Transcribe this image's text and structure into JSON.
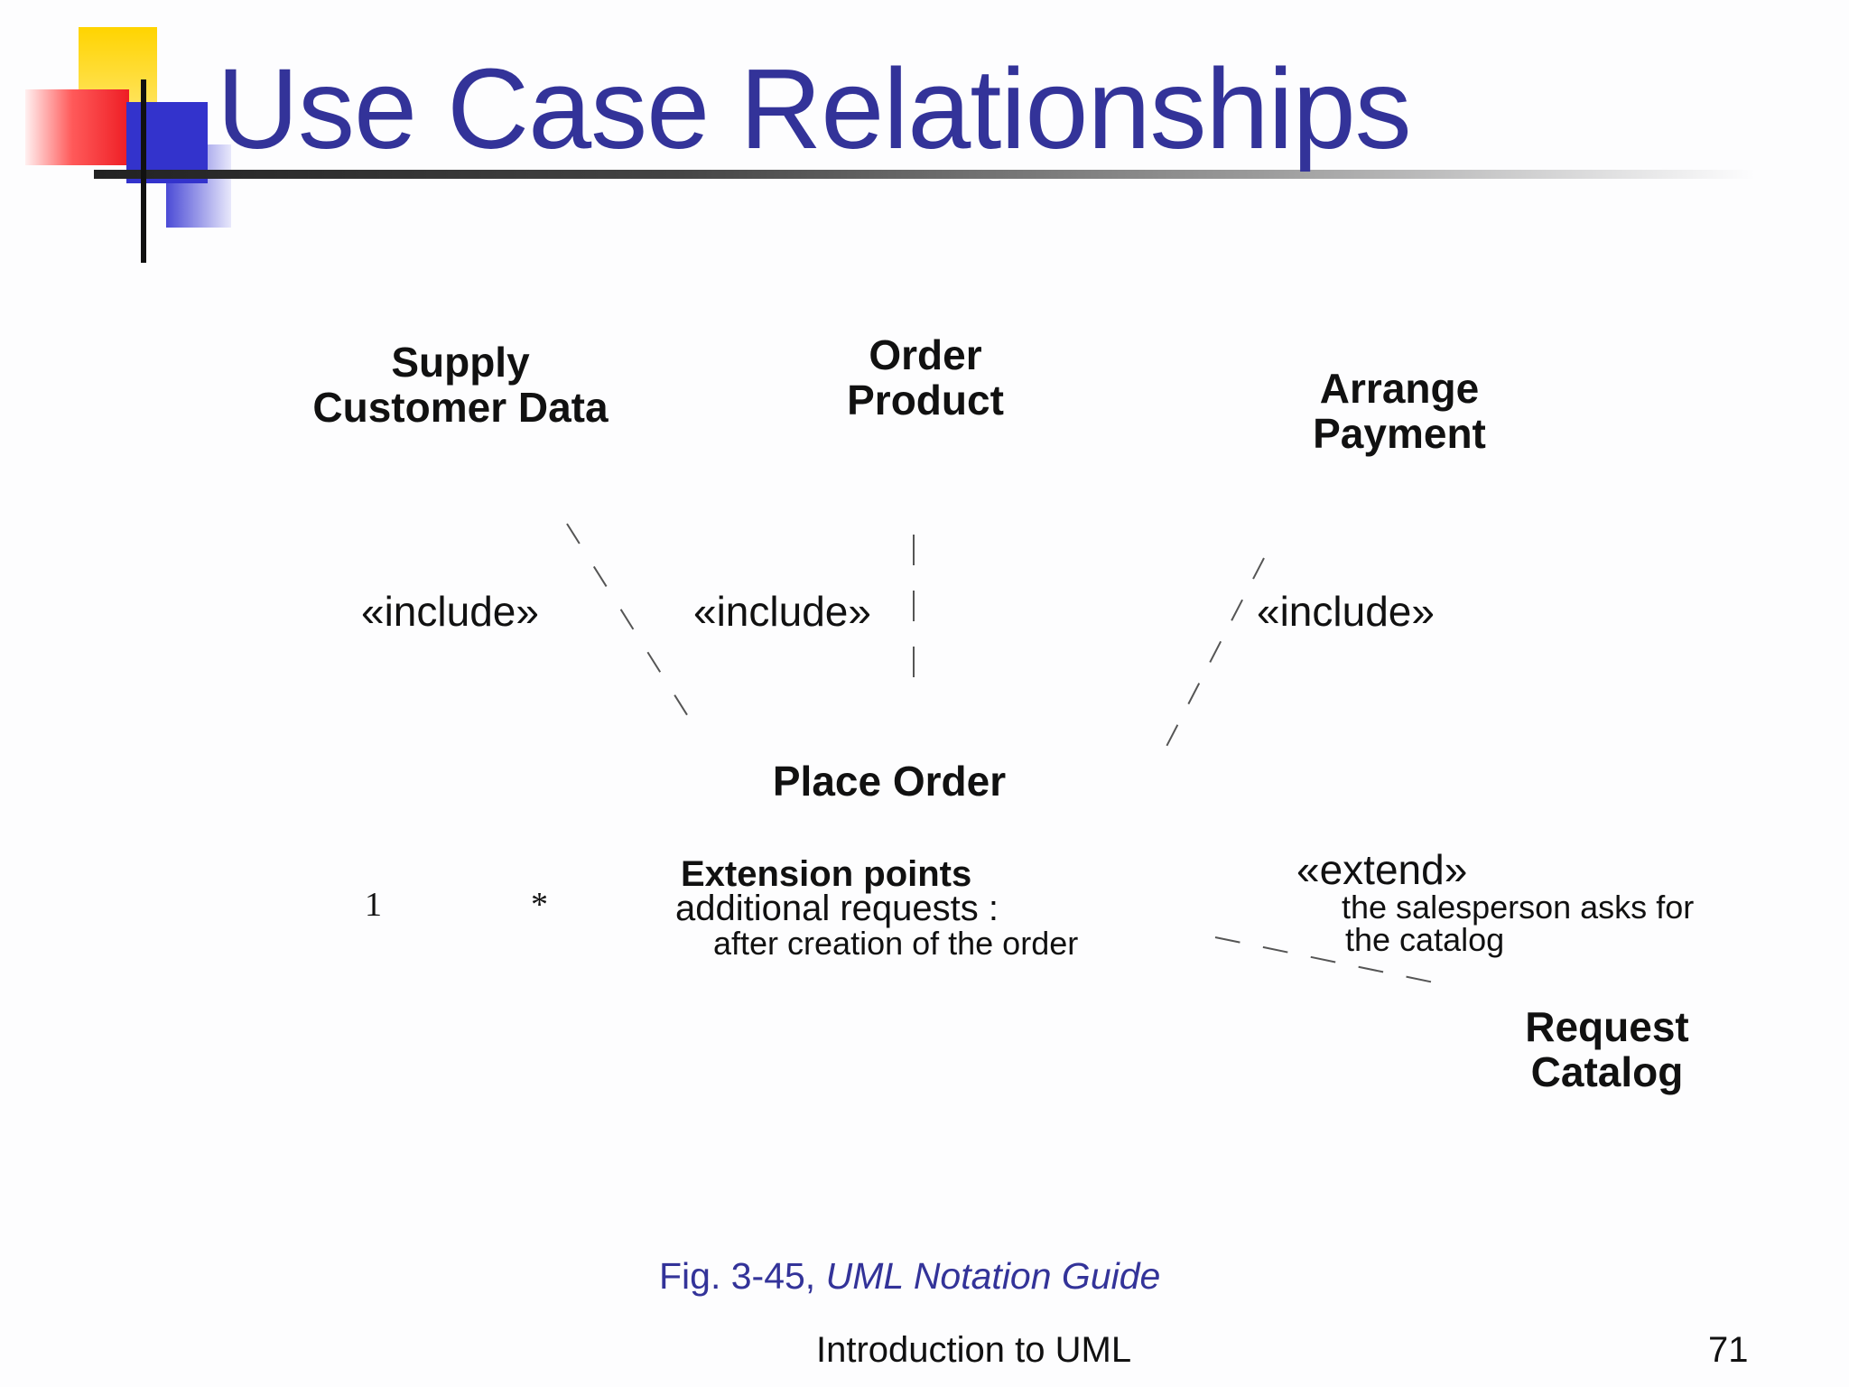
{
  "title": "Use Case Relationships",
  "use_cases": {
    "supply_customer_data": "Supply\nCustomer Data",
    "order_product": "Order\nProduct",
    "arrange_payment": "Arrange\nPayment",
    "place_order": "Place Order",
    "request_catalog": "Request\nCatalog"
  },
  "stereotypes": {
    "include_1": "«include»",
    "include_2": "«include»",
    "include_3": "«include»",
    "extend": "«extend»"
  },
  "extend_condition": {
    "line1": "the salesperson asks for",
    "line2": "the catalog"
  },
  "extension_points": {
    "heading": "Extension points",
    "point": "additional requests :",
    "location": "after creation of the order"
  },
  "multiplicity": {
    "left": "1",
    "right": "*"
  },
  "caption": {
    "prefix": "Fig. 3-45,",
    "source": "UML Notation Guide"
  },
  "footer": {
    "label": "Introduction to UML",
    "page_number": "71"
  },
  "colors": {
    "title": "#333399",
    "caption": "#333399",
    "logo_yellow": "#ffd400",
    "logo_red": "#ee1d24",
    "logo_blue": "#3333cc"
  }
}
